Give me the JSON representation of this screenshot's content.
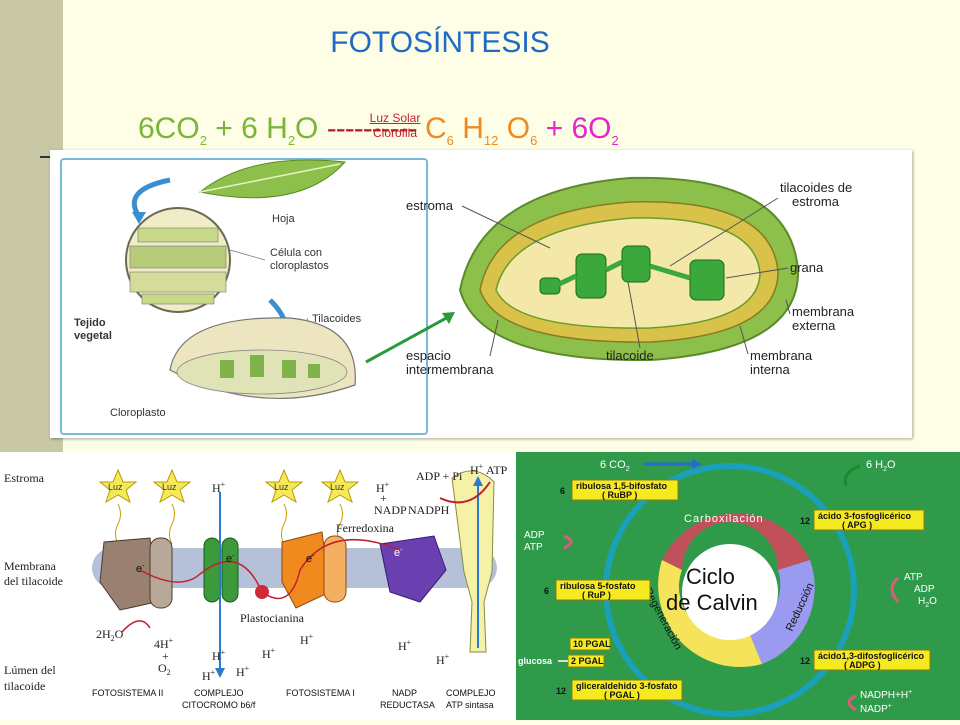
{
  "title": "FOTOSÍNTESIS",
  "equation": {
    "reactant1": "6CO",
    "reactant1_sub": "2",
    "plus1": "+ 6 H",
    "reactant2_sub": "2",
    "reactant2_end": "O",
    "arrow": "----------",
    "condition_top": "Luz Solar",
    "condition_bottom": "Clorofila",
    "prod_c": "C",
    "prod_c_sub": "6",
    "prod_h": "H",
    "prod_h_sub": "12",
    "prod_o": "O",
    "prod_o_sub": "6",
    "plus2": "+ 6O",
    "prod_o2_sub": "2"
  },
  "chloroplast_panel": {
    "labels": {
      "hoja": "Hoja",
      "celula": "Célula con",
      "celula2": "cloroplastos",
      "tejido": "Tejido",
      "tejido2": "vegetal",
      "tilacoides": "Tilacoides",
      "cloroplasto": "Cloroplasto",
      "estroma": "estroma",
      "tilacoides_estroma": "tilacoides de",
      "tilacoides_estroma2": "estroma",
      "grana": "grana",
      "membrana_externa": "membrana",
      "membrana_externa2": "externa",
      "espacio": "espacio",
      "espacio2": "intermembrana",
      "tilacoide": "tilacoide",
      "membrana_interna": "membrana",
      "membrana_interna2": "interna"
    }
  },
  "light_panel": {
    "left_labels": {
      "estroma": "Estroma",
      "membrana": "Membrana",
      "membrana2": "del tilacoide",
      "lumen": "Lúmen del",
      "lumen2": "tilacoide"
    },
    "luz": "Luz",
    "h_plus": "H",
    "plus_sup": "+",
    "electron": "e",
    "minus_sup": "-",
    "nadp": "NADP",
    "nadph": "NADPH",
    "adp_pi": "ADP + Pi",
    "atp": "ATP",
    "ferredoxina": "Ferredoxina",
    "plastocianina": "Plastocianina",
    "water": "2H",
    "water_sub": "2",
    "water_end": "O",
    "four_h": "4H",
    "oxygen": "O",
    "oxygen_sub": "2",
    "components": [
      {
        "line1": "FOTOSISTEMA II",
        "line2": ""
      },
      {
        "line1": "COMPLEJO",
        "line2": "CITOCROMO b6/f"
      },
      {
        "line1": "FOTOSISTEMA I",
        "line2": ""
      },
      {
        "line1": "NADP",
        "line2": "REDUCTASA"
      },
      {
        "line1": "COMPLEJO",
        "line2": "ATP sintasa"
      }
    ]
  },
  "calvin_panel": {
    "center1": "Ciclo",
    "center2": "de Calvin",
    "carboxilacion": "Carboxilación",
    "reduccion": "Reducción",
    "regeneracion": "Regeneración",
    "co2_in": "6 CO",
    "co2_sub": "2",
    "h2o_in": "6 H",
    "h2o_sub": "2",
    "h2o_end": "O",
    "rubp1": "ribulosa 1,5-bifosfato",
    "rubp2": "( RuBP )",
    "rubp_n": "6",
    "apg1": "ácido 3-fosfoglicérico",
    "apg2": "( APG )",
    "apg_n": "12",
    "adp": "ADP",
    "atp": "ATP",
    "atp_r": "ATP",
    "adp_r": "ADP",
    "h2o_r": "H",
    "h2o_r_sub": "2",
    "h2o_r_end": "O",
    "rup1": "ribulosa 5-fosfato",
    "rup2": "( RuP )",
    "rup_n": "6",
    "adpg1": "ácido1,3-difosfoglicérico",
    "adpg2": "( ADPG )",
    "adpg_n": "12",
    "pgal10": "10 PGAL",
    "pgal2": "2 PGAL",
    "glucosa": "glucosa",
    "pgal1": "gliceraldehido 3-fosfato",
    "pgal1b": "( PGAL )",
    "pgal_n": "12",
    "nadph": "NADPH+H",
    "nadp": "NADP",
    "plus_sup": "+"
  },
  "colors": {
    "title": "#1f6bc4",
    "green": "#7ab53a",
    "orange": "#f08a1e",
    "magenta": "#e228c8",
    "red": "#c0202e",
    "calvin_bg": "#2f9b4a",
    "pill": "#f5e91f"
  }
}
